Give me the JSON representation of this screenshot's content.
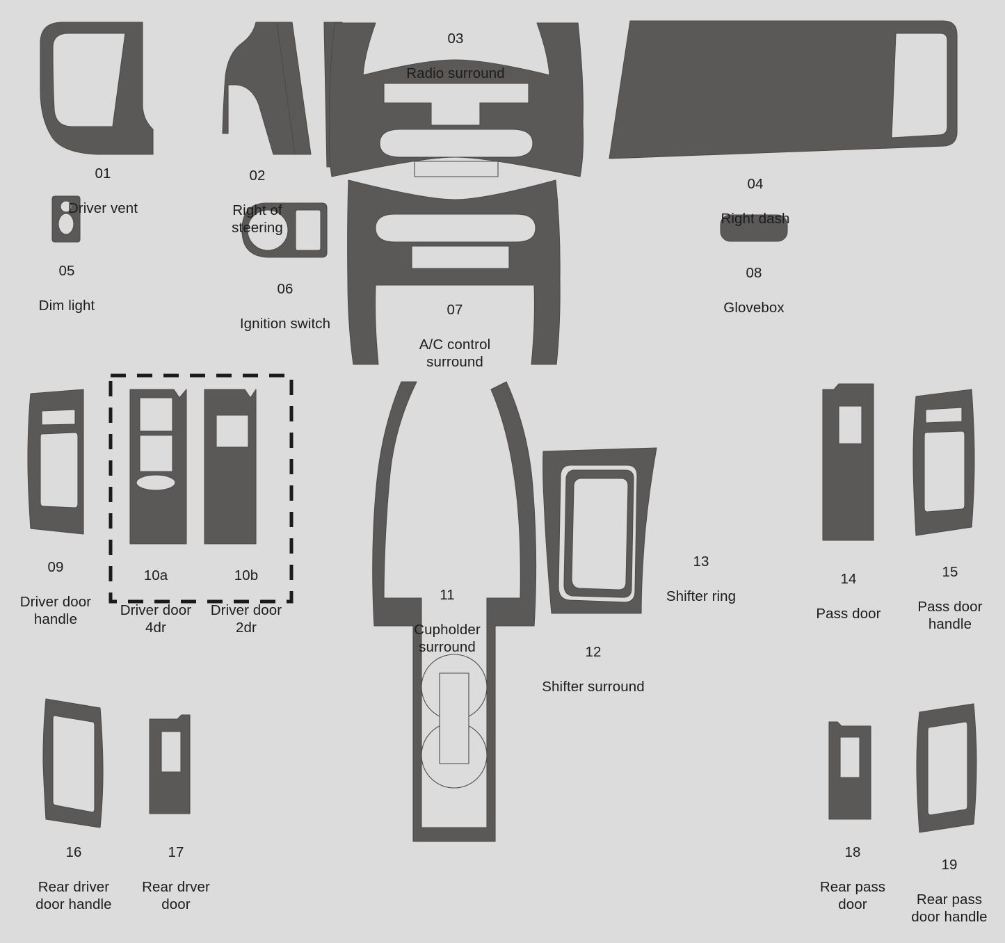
{
  "diagram": {
    "title": "Automotive dash trim kit part map",
    "background_color": "#dcdcdc",
    "part_fill_color": "#5b5858",
    "part_outline_color": "#4d4a4a",
    "cutout_color": "#dcdcdc",
    "label_color": "#1c1c1c",
    "group_box_style": "dashed"
  },
  "parts": [
    {
      "number": "01",
      "label": "Driver vent"
    },
    {
      "number": "02",
      "label": "Right of\nsteering"
    },
    {
      "number": "03",
      "label": "Radio surround"
    },
    {
      "number": "04",
      "label": "Right dash"
    },
    {
      "number": "05",
      "label": "Dim light"
    },
    {
      "number": "06",
      "label": "Ignition switch"
    },
    {
      "number": "07",
      "label": "A/C control\nsurround"
    },
    {
      "number": "08",
      "label": "Glovebox"
    },
    {
      "number": "09",
      "label": "Driver door\nhandle"
    },
    {
      "number": "10a",
      "label": "Driver door\n4dr"
    },
    {
      "number": "10b",
      "label": "Driver door\n2dr"
    },
    {
      "number": "11",
      "label": "Cupholder\nsurround"
    },
    {
      "number": "12",
      "label": "Shifter surround"
    },
    {
      "number": "13",
      "label": "Shifter ring"
    },
    {
      "number": "14",
      "label": "Pass door"
    },
    {
      "number": "15",
      "label": "Pass door\nhandle"
    },
    {
      "number": "16",
      "label": "Rear driver\ndoor handle"
    },
    {
      "number": "17",
      "label": "Rear drver\ndoor"
    },
    {
      "number": "18",
      "label": "Rear pass\ndoor"
    },
    {
      "number": "19",
      "label": "Rear pass\ndoor handle"
    }
  ]
}
